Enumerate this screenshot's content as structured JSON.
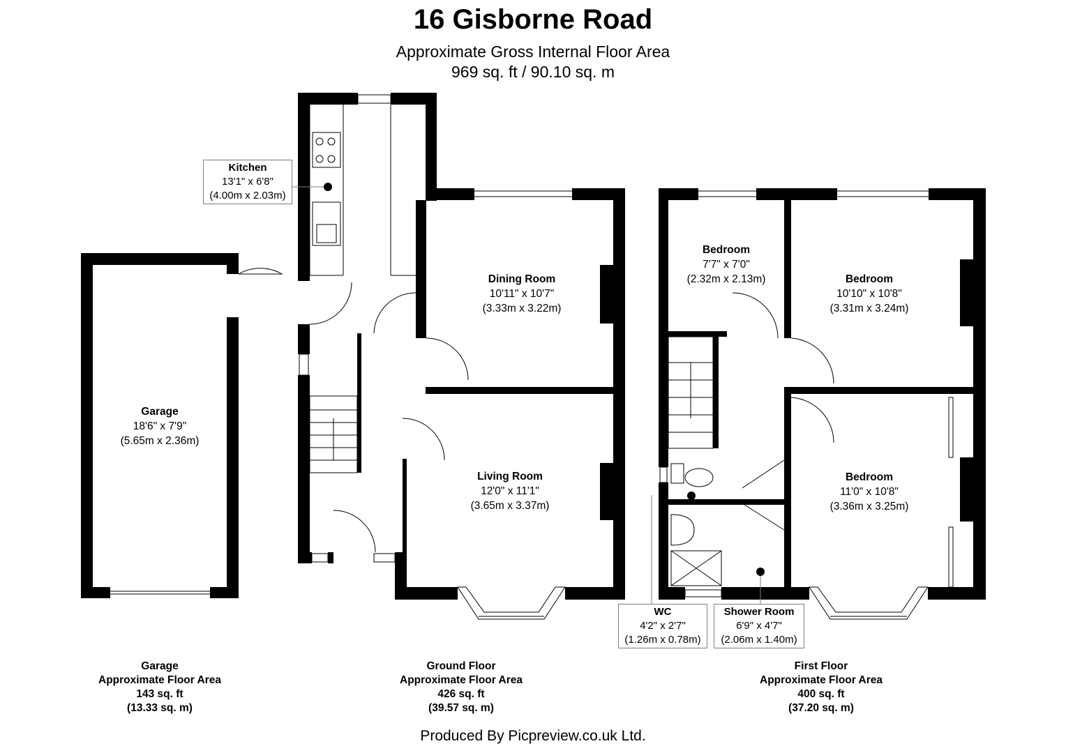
{
  "header": {
    "title": "16 Gisborne Road",
    "subtitle": "Approximate Gross Internal Floor Area",
    "total_area": "969 sq. ft / 90.10 sq. m"
  },
  "rooms": {
    "kitchen": {
      "name": "Kitchen",
      "imperial": "13'1\" x 6'8\"",
      "metric": "(4.00m x 2.03m)"
    },
    "garage": {
      "name": "Garage",
      "imperial": "18'6\" x 7'9\"",
      "metric": "(5.65m x 2.36m)"
    },
    "dining": {
      "name": "Dining Room",
      "imperial": "10'11\" x 10'7\"",
      "metric": "(3.33m x 3.22m)"
    },
    "living": {
      "name": "Living Room",
      "imperial": "12'0\" x 11'1\"",
      "metric": "(3.65m x 3.37m)"
    },
    "bedroom1": {
      "name": "Bedroom",
      "imperial": "7'7\" x 7'0\"",
      "metric": "(2.32m x 2.13m)"
    },
    "bedroom2": {
      "name": "Bedroom",
      "imperial": "10'10\" x 10'8\"",
      "metric": "(3.31m x 3.24m)"
    },
    "bedroom3": {
      "name": "Bedroom",
      "imperial": "11'0\" x 10'8\"",
      "metric": "(3.36m x 3.25m)"
    },
    "wc": {
      "name": "WC",
      "imperial": "4'2\" x 2'7\"",
      "metric": "(1.26m x 0.78m)"
    },
    "shower": {
      "name": "Shower Room",
      "imperial": "6'9\" x 4'7\"",
      "metric": "(2.06m x 1.40m)"
    }
  },
  "summaries": {
    "garage": {
      "floor": "Garage",
      "label": "Approximate Floor Area",
      "imperial": "143 sq. ft",
      "metric": "(13.33 sq. m)"
    },
    "ground": {
      "floor": "Ground Floor",
      "label": "Approximate Floor Area",
      "imperial": "426 sq. ft",
      "metric": "(39.57 sq. m)"
    },
    "first": {
      "floor": "First Floor",
      "label": "Approximate Floor Area",
      "imperial": "400 sq. ft",
      "metric": "(37.20 sq. m)"
    }
  },
  "footer": {
    "credit": "Produced By Picpreview.co.uk Ltd."
  }
}
